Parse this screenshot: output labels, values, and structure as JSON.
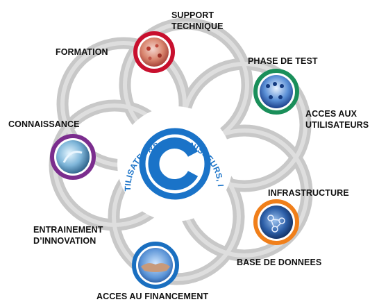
{
  "center": {
    "curved_text": "COURTAGE / UTILISATEURS, FOURNISSEURS, INVESTISSEURS",
    "logo_color": "#1a73c8"
  },
  "nodes": [
    {
      "id": "support",
      "label_lines": [
        "SUPPORT",
        "TECHNIQUE"
      ],
      "ring_color": "#c8102e",
      "icon": "support-photo-icon"
    },
    {
      "id": "formation",
      "label_lines": [
        "FORMATION"
      ],
      "ring_color": "#c8102e",
      "icon": "formation-photo-icon"
    },
    {
      "id": "test",
      "label_lines": [
        "PHASE DE TEST"
      ],
      "ring_color": "#1a8f5a",
      "icon": "test-photo-icon"
    },
    {
      "id": "acces_utilisateurs",
      "label_lines": [
        "ACCES AUX",
        "UTILISATEURS"
      ]
    },
    {
      "id": "connaissance",
      "label_lines": [
        "CONNAISSANCE"
      ],
      "ring_color": "#7b2d8e",
      "icon": "connaissance-photo-icon"
    },
    {
      "id": "infrastructure",
      "label_lines": [
        "INFRASTRUCTURE"
      ],
      "ring_color": "#f07f1a",
      "icon": "infrastructure-photo-icon"
    },
    {
      "id": "entrainement",
      "label_lines": [
        "ENTRAINEMENT",
        "D’INNOVATION"
      ]
    },
    {
      "id": "base",
      "label_lines": [
        "BASE DE DONNEES"
      ]
    },
    {
      "id": "financement",
      "label_lines": [
        "ACCES AU FINANCEMENT"
      ],
      "ring_color": "#1a6fc0",
      "icon": "handshake-photo-icon"
    }
  ]
}
